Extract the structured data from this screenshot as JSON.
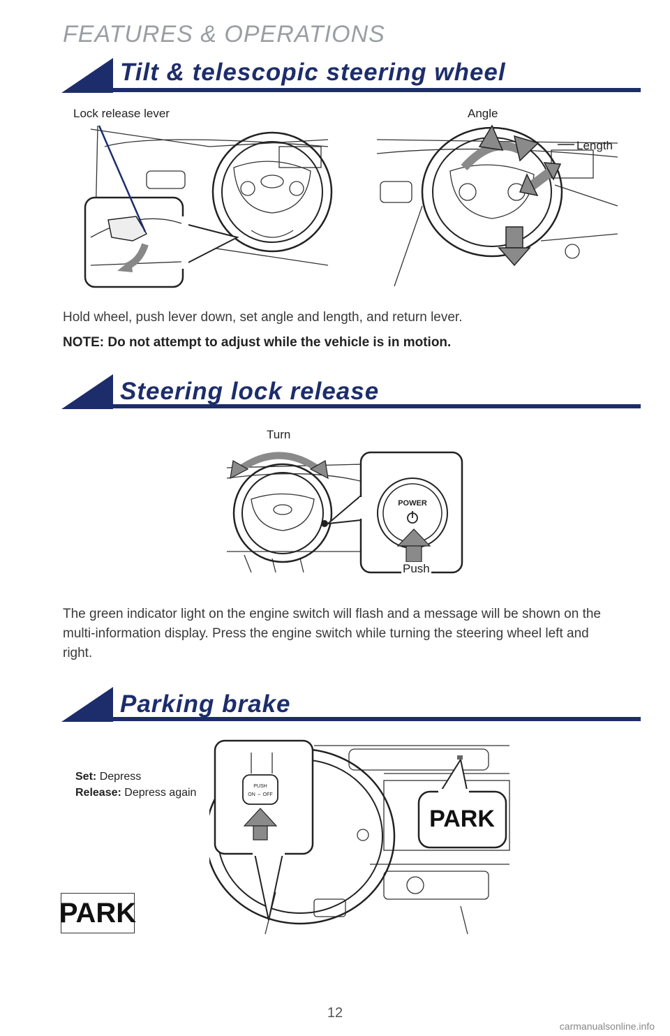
{
  "header": "FEATURES & OPERATIONS",
  "sections": [
    {
      "title": "Tilt & telescopic steering wheel"
    },
    {
      "title": "Steering lock release"
    },
    {
      "title": "Parking brake"
    }
  ],
  "tilt": {
    "label_lever": "Lock release lever",
    "label_angle": "Angle",
    "label_length": "Length",
    "instruction": "Hold wheel, push lever down, set angle and length, and return lever.",
    "note": "NOTE: Do not attempt to adjust while the vehicle is in motion."
  },
  "steering_lock": {
    "label_turn": "Turn",
    "label_push": "Push",
    "power_button": "POWER",
    "description": "The green indicator light on the engine switch will flash and a message will be shown on the multi-information display. Press the engine switch while turning the steering wheel left and right."
  },
  "parking": {
    "set_label": "Set:",
    "set_value": "Depress",
    "release_label": "Release:",
    "release_value": "Depress again",
    "park_callout": "PARK",
    "park_badge": "PARK",
    "switch_text": "PUSH ON OFF"
  },
  "page_number": "12",
  "footer": "carmanualsonline.info",
  "colors": {
    "navy": "#1d2d6b",
    "header_gray": "#9a9ea3",
    "arrow_gray": "#8a8a8a"
  }
}
